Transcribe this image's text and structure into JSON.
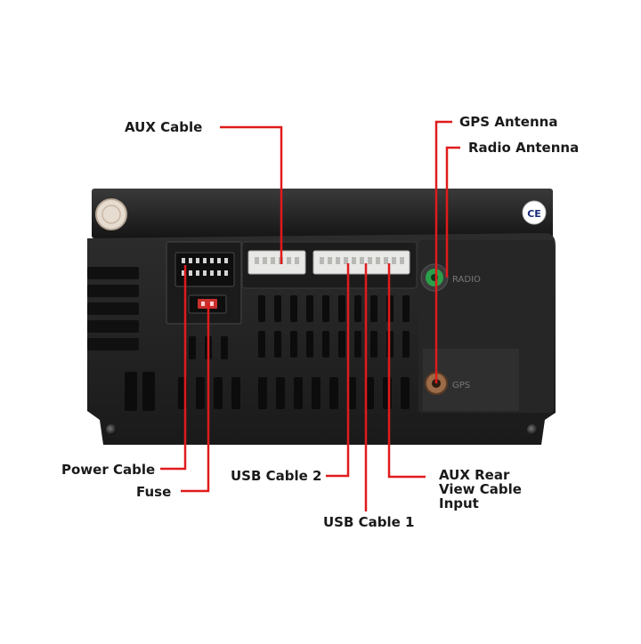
{
  "labels": {
    "aux_cable": "AUX Cable",
    "gps_antenna": "GPS Antenna",
    "radio_antenna": "Radio Antenna",
    "power_cable": "Power Cable",
    "fuse": "Fuse",
    "usb_cable_2": "USB Cable 2",
    "usb_cable_1": "USB Cable 1",
    "aux_rear_view_line1": "AUX Rear",
    "aux_rear_view_line2": "View Cable",
    "aux_rear_view_line3": "Input"
  },
  "device_markings": {
    "radio_port": "RADIO",
    "gps_port": "GPS"
  },
  "colors": {
    "leader_line": "#e01b1b",
    "device_body": "#222222",
    "connector": "#e8e8e6"
  }
}
